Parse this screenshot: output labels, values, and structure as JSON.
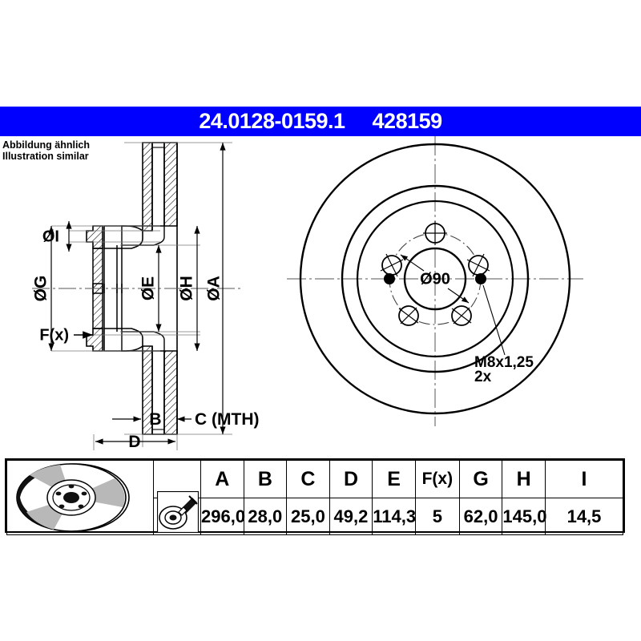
{
  "header": {
    "part_number": "24.0128-0159.1",
    "article_number": "428159",
    "banner_color": "#0000ff",
    "text_color": "#ffffff"
  },
  "caption": {
    "line_de": "Abbildung ähnlich",
    "line_en": "Illustration similar"
  },
  "drawing": {
    "section_view": {
      "labels": {
        "dia_i": "ØI",
        "dia_g": "ØG",
        "dia_e": "ØE",
        "dia_h": "ØH",
        "dia_a": "ØA",
        "force": "F(x)",
        "b": "B",
        "c": "C (MTH)",
        "d": "D"
      }
    },
    "face_view": {
      "center_bore": "Ø90",
      "thread_spec": "M8x1,25",
      "thread_count": "2x",
      "bolt_hole_count": 5
    }
  },
  "table": {
    "headers": [
      "A",
      "B",
      "C",
      "D",
      "E",
      "F(x)",
      "G",
      "H",
      "I"
    ],
    "values": [
      "296,0",
      "28,0",
      "25,0",
      "49,2",
      "114,3",
      "5",
      "62,0",
      "145,0",
      "14,5"
    ],
    "thumbnail_disc": "brake-disc-photo",
    "thumbnail_tool": "measurement-tool-icon"
  }
}
